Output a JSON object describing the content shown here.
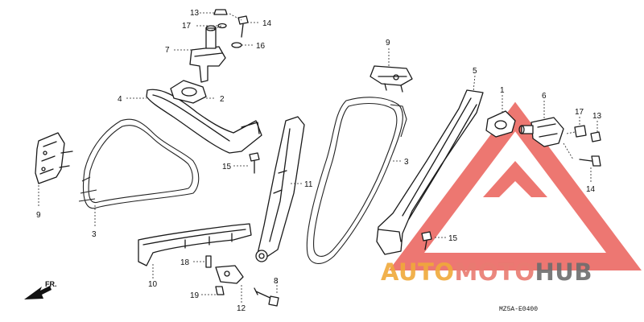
{
  "callouts": {
    "c1": "1",
    "c2": "2",
    "c3a": "3",
    "c3b": "3",
    "c4": "4",
    "c5": "5",
    "c6": "6",
    "c7": "7",
    "c8": "8",
    "c9a": "9",
    "c9b": "9",
    "c10": "10",
    "c11": "11",
    "c12": "12",
    "c13a": "13",
    "c13b": "13",
    "c14a": "14",
    "c14b": "14",
    "c15a": "15",
    "c15b": "15",
    "c16": "16",
    "c17a": "17",
    "c17b": "17",
    "c18": "18",
    "c19": "19"
  },
  "direction_label": "FR.",
  "diagram_code": "MZ5A-E0400",
  "watermark": {
    "word_part1": "AUTO",
    "word_part2": "MOTO",
    "word_part3": "HUB",
    "colors": {
      "auto": "#f0a93a",
      "moto": "#e97b71",
      "hub": "#6d6d6d",
      "logo": "#e8514a"
    }
  }
}
